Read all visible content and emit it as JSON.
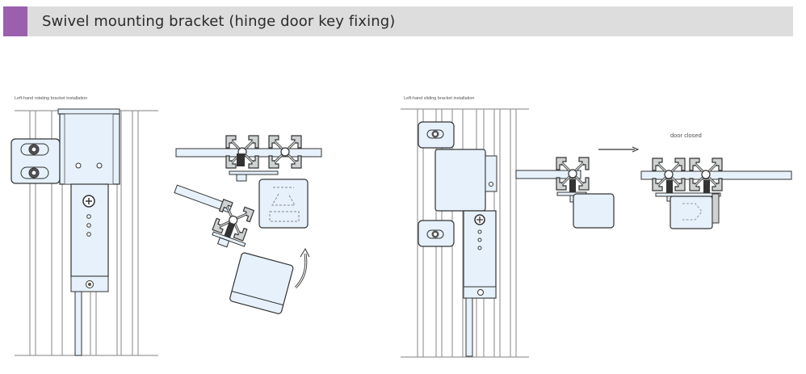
{
  "header": {
    "title": "Swivel mounting bracket (hinge door key fixing)",
    "accent_color": "#9b5fae",
    "bar_color": "#dcdddc"
  },
  "figures": [
    {
      "caption": "Left-hand rotating bracket installation",
      "parts": [
        "frame-profile-rails",
        "hinge-mounting-plate",
        "key-bracket",
        "rotating-key-assembly",
        "rotation-arrow"
      ]
    },
    {
      "caption": "Left-hand sliding bracket installation",
      "state_label": "door closed",
      "parts": [
        "frame-profile-rails",
        "hinge-mounting-plates",
        "key-bracket",
        "sliding-key-assembly",
        "slide-arrow"
      ]
    }
  ],
  "colors": {
    "part_fill": "#e6f1fb",
    "outline": "#3a3a3a",
    "rail": "#9a9a9a"
  }
}
